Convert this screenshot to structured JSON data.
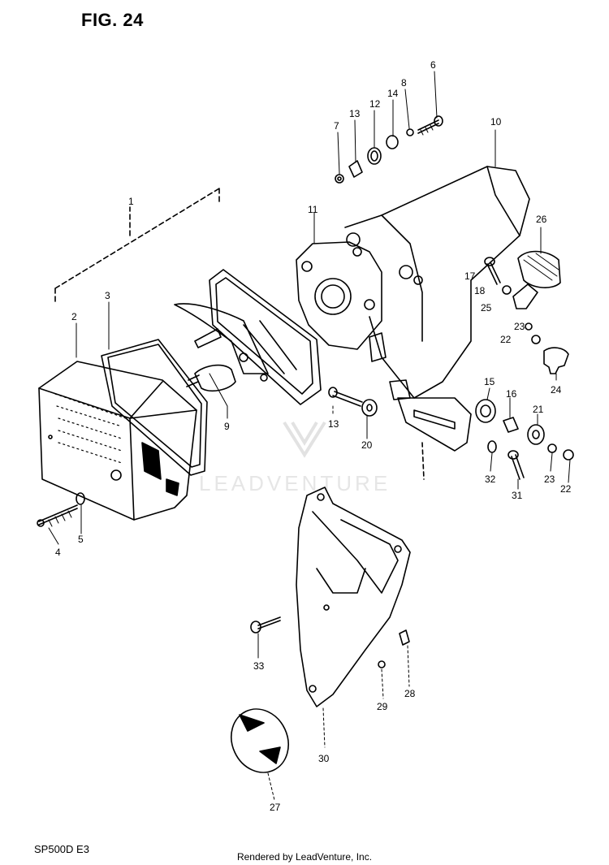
{
  "figure": {
    "title": "FIG. 24"
  },
  "watermark": {
    "text": "LEADVENTURE"
  },
  "footer": {
    "code": "SP500D E3",
    "credit": "Rendered by LeadVenture, Inc."
  },
  "callouts": [
    "1",
    "2",
    "3",
    "4",
    "5",
    "6",
    "7",
    "8",
    "9",
    "10",
    "11",
    "12",
    "13",
    "14",
    "13",
    "15",
    "16",
    "17",
    "18",
    "20",
    "21",
    "22",
    "22",
    "23",
    "23",
    "24",
    "25",
    "26",
    "27",
    "28",
    "29",
    "30",
    "31",
    "32",
    "33"
  ]
}
